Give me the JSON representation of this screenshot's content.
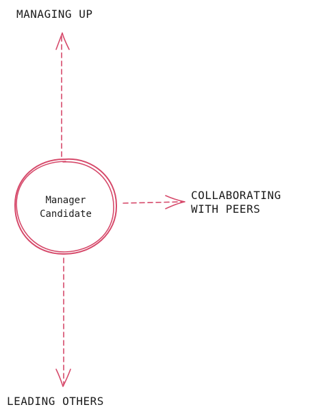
{
  "diagram": {
    "center_node": {
      "line1": "Manager",
      "line2": "Candidate"
    },
    "up_label": "MANAGING UP",
    "right_label": {
      "line1": "COLLABORATING",
      "line2": "WITH PEERS"
    },
    "down_label": "LEADING OTHERS"
  },
  "colors": {
    "accent": "#d6496a",
    "text": "#1a1a1a",
    "background": "#ffffff"
  }
}
